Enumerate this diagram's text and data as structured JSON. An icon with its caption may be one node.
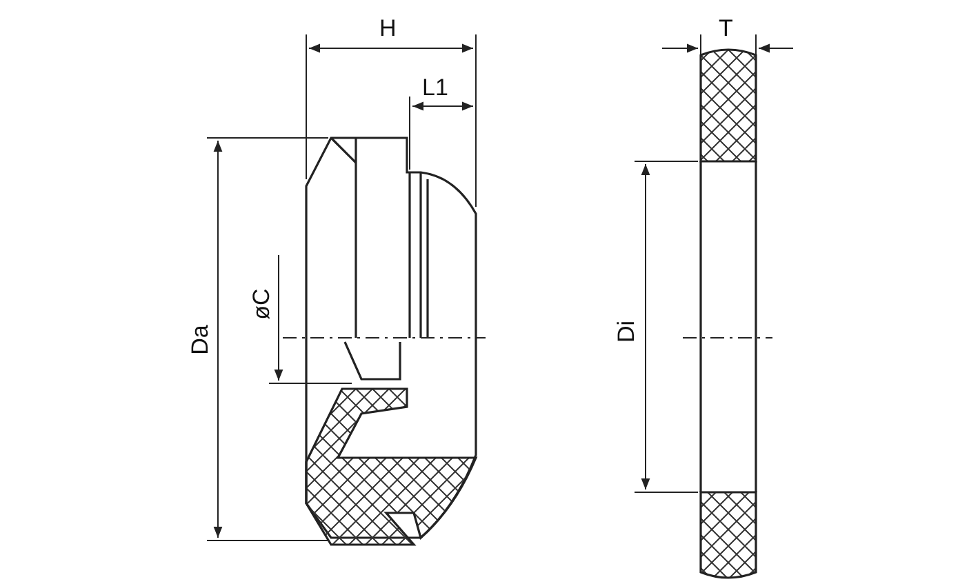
{
  "diagram": {
    "labels": [
      "H",
      "T",
      "L1",
      "øC",
      "Da",
      "Di"
    ]
  }
}
